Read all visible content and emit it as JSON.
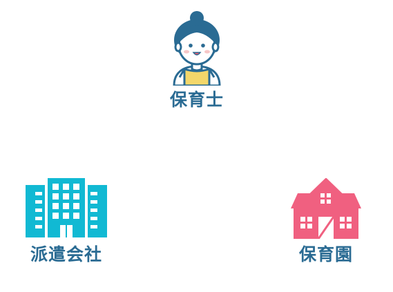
{
  "nodes": {
    "teacher": {
      "label": "保育士",
      "icon": "nursery-teacher-icon",
      "color": "#2a6b93"
    },
    "company": {
      "label": "派遣会社",
      "icon": "office-building-icon",
      "color": "#11b9d3"
    },
    "nursery": {
      "label": "保育園",
      "icon": "nursery-school-icon",
      "color": "#f06080"
    }
  },
  "label_color": "#2a6b93"
}
